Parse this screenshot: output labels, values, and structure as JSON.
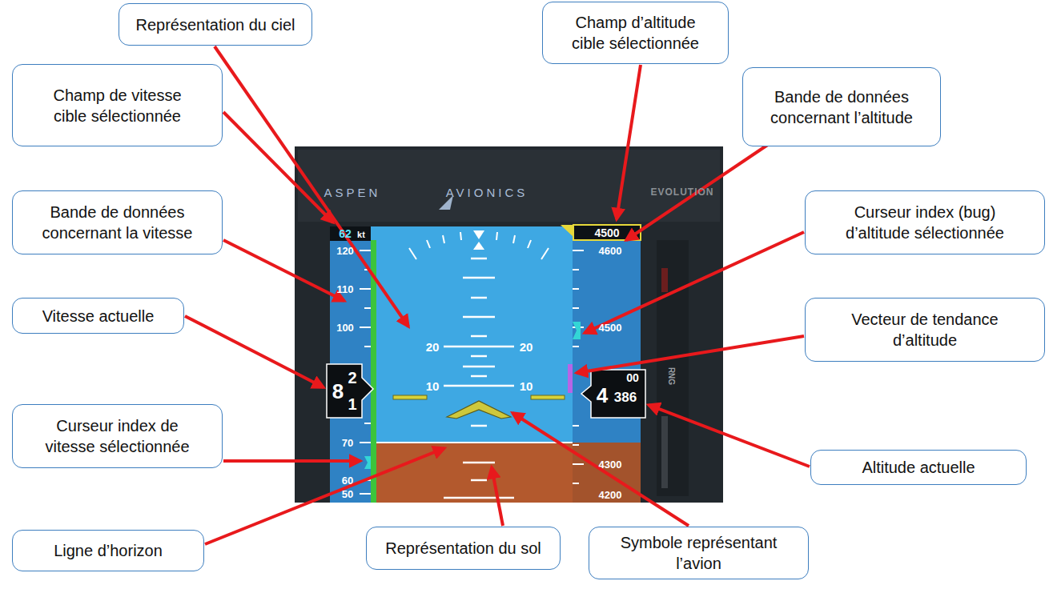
{
  "diagram": {
    "nodes": [
      {
        "text": [
          "Représentation du ciel"
        ]
      },
      {
        "text": [
          "Champ d’altitude cible sélectionnée"
        ]
      },
      {
        "text": [
          "Champ de vitesse cible sélectionnée"
        ]
      },
      {
        "text": [
          "Bande de données concernant l’altitude"
        ]
      },
      {
        "text": [
          "Bande de données concernant la vitesse"
        ]
      },
      {
        "text": [
          "Curseur index (bug) d’altitude sélectionnée"
        ]
      },
      {
        "text": [
          "Vitesse actuelle"
        ]
      },
      {
        "text": [
          "Vecteur de tendance d’altitude"
        ]
      },
      {
        "text": [
          "Curseur index de vitesse sélectionnée"
        ]
      },
      {
        "text": [
          "Altitude actuelle"
        ]
      },
      {
        "text": [
          "Ligne d’horizon"
        ]
      },
      {
        "text": [
          "Représentation du sol"
        ]
      },
      {
        "text": [
          "Symbole représentant l’avion"
        ]
      }
    ],
    "labels": [
      "ASPEN",
      "AVIONICS",
      "EVOLUTION",
      "62",
      "kt",
      "4500",
      "120",
      "110",
      "100",
      "70",
      "60",
      "50",
      "8",
      "2",
      "1",
      "4600",
      "4500",
      "4300",
      "4200",
      "00",
      "4",
      "386",
      "20",
      "20",
      "10",
      "10",
      "RNG"
    ]
  }
}
